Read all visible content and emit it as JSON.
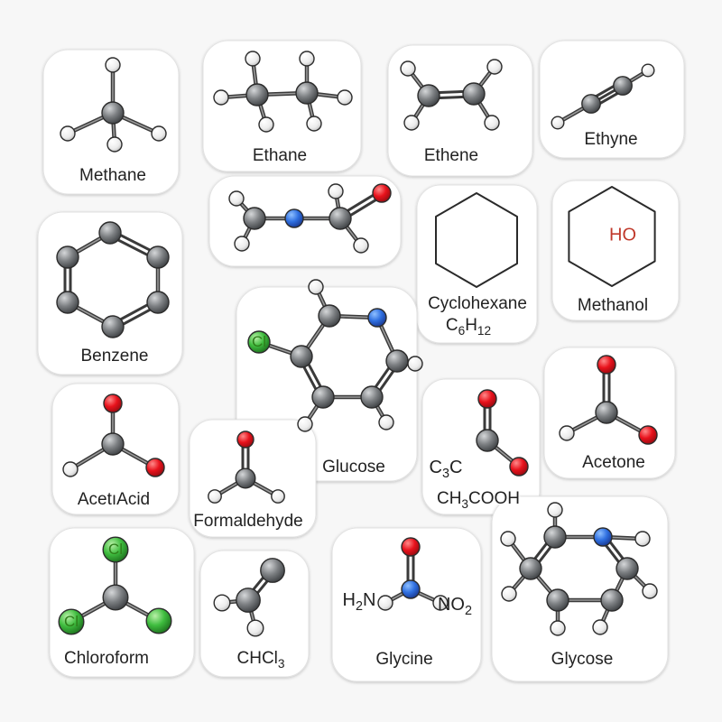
{
  "title": "",
  "colors": {
    "carbon": "#6f7275",
    "hydrogen": "#f4f4f4",
    "oxygen": "#e8121c",
    "nitrogen": "#2f6fe0",
    "chlorine": "#3ebc3e",
    "bond": "#3a3a3a",
    "sticker": "#ffffff"
  },
  "molecules": [
    {
      "id": "methane",
      "label": "Methane"
    },
    {
      "id": "ethane",
      "label": "Ethane"
    },
    {
      "id": "ethene",
      "label": "Ethene"
    },
    {
      "id": "ethyne",
      "label": "Ethyne"
    },
    {
      "id": "amide",
      "label": ""
    },
    {
      "id": "cyclohexane",
      "label": "Cyclohexane",
      "formula": "C6H12"
    },
    {
      "id": "methanol",
      "label": "Methanol",
      "ring_text": "HO"
    },
    {
      "id": "benzene",
      "label": "Benzene"
    },
    {
      "id": "glucose",
      "label": "Glucose",
      "atom_text": "Cl"
    },
    {
      "id": "acetic-acid",
      "label": "AcetıAcid"
    },
    {
      "id": "formaldehyde",
      "label": "Formaldehyde"
    },
    {
      "id": "acetic-formula",
      "label": "CH3COOH",
      "atom_text": "C3C"
    },
    {
      "id": "acetone",
      "label": "Acetone"
    },
    {
      "id": "chloroform",
      "label": "Chloroform",
      "atom_text_top": "Cl",
      "atom_text_left": "Cl"
    },
    {
      "id": "chcl3",
      "label": "CHCl3"
    },
    {
      "id": "glycine",
      "label": "Glycine",
      "left_group": "H2N",
      "right_group": "NO2"
    },
    {
      "id": "glycose",
      "label": "Glycose"
    }
  ]
}
